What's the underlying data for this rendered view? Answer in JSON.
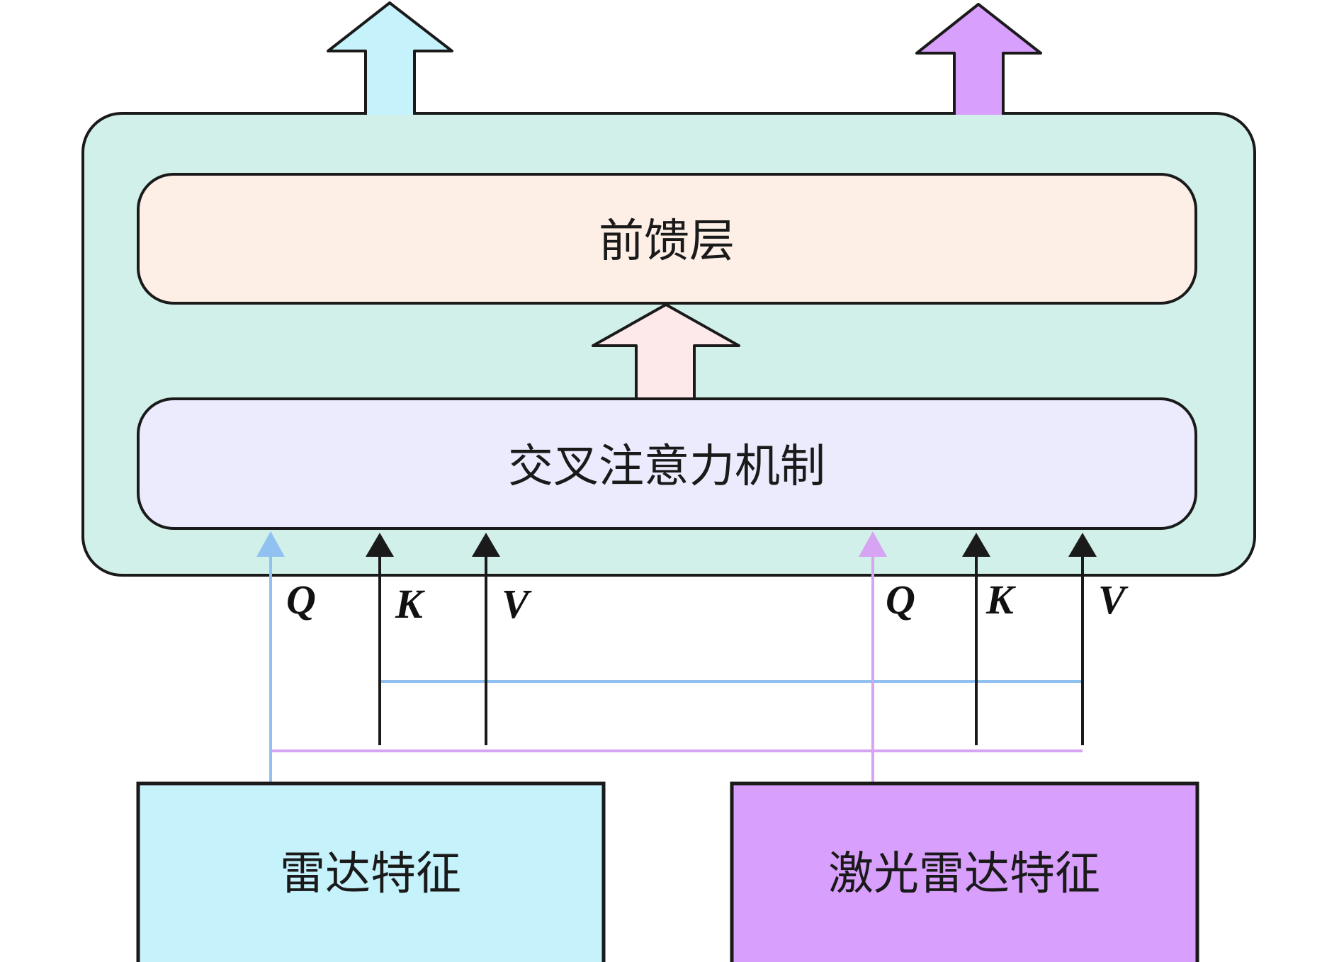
{
  "colors": {
    "outer_block": "#d1f0e9",
    "feedforward": "#fdefe6",
    "cross_attention": "#ebebfd",
    "radar": "#c5f2fb",
    "lidar": "#d89ffc",
    "pink_arrow": "#fde9ea",
    "q_radar_line": "#90c1f1",
    "q_lidar_line": "#d7a3f3",
    "stroke": "#1a1a1a"
  },
  "blocks": {
    "feedforward_label": "前馈层",
    "cross_attention_label": "交叉注意力机制",
    "radar_label": "雷达特征",
    "lidar_label": "激光雷达特征"
  },
  "inputs": {
    "left": {
      "q": "Q",
      "k": "K",
      "v": "V"
    },
    "right": {
      "q": "Q",
      "k": "K",
      "v": "V"
    }
  },
  "outputs": {
    "left_arrow": "radar-output",
    "right_arrow": "lidar-output"
  }
}
